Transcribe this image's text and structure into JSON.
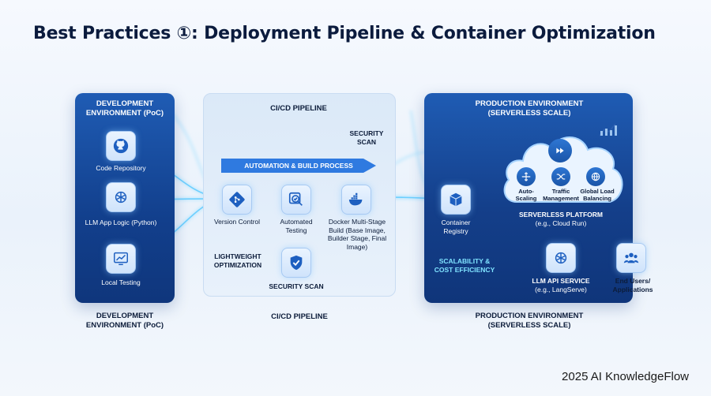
{
  "title": "Best Practices ①: Deployment Pipeline & Container Optimization",
  "dev": {
    "title": "DEVELOPMENT ENVIRONMENT (PoC)",
    "items": [
      {
        "label": "Code Repository",
        "icon": "github-icon"
      },
      {
        "label": "LLM App Logic (Python)",
        "icon": "openai-icon"
      },
      {
        "label": "Local Testing",
        "icon": "chart-monitor-icon"
      }
    ],
    "bottom_label": "DEVELOPMENT ENVIRONMENT (PoC)"
  },
  "cicd": {
    "title": "CI/CD PIPELINE",
    "security_scan_top": "SECURITY SCAN",
    "banner": "AUTOMATION & BUILD PROCESS",
    "steps": [
      {
        "label": "Version Control",
        "icon": "git-icon"
      },
      {
        "label": "Automated Testing",
        "icon": "magnifier-check-icon"
      },
      {
        "label": "Docker Multi-Stage Build (Base Image, Builder Stage, Final Image)",
        "icon": "docker-icon"
      }
    ],
    "lightweight": "LIGHTWEIGHT OPTIMIZATION",
    "security_scan": "SECURITY SCAN",
    "bottom_label": "CI/CD PIPELINE"
  },
  "prod": {
    "title": "PRODUCTION ENVIRONMENT (SERVERLESS SCALE)",
    "registry": "Container Registry",
    "cloud_features": [
      "Auto-Scaling",
      "Traffic Management",
      "Global Load Balancing"
    ],
    "platform": "SERVERLESS PLATFORM",
    "platform_sub": "(e.g., Cloud Run)",
    "scalability": "SCALABILITY & COST EFFICIENCY",
    "llm_service": "LLM API SERVICE",
    "llm_service_sub": "(e.g., LangServe)",
    "end_users": "End Users/ Applications",
    "bottom_label": "PRODUCTION ENVIRONMENT (SERVERLESS SCALE)"
  },
  "footer": "2025 AI KnowledgeFlow",
  "colors": {
    "navy_panel": "#143f8a",
    "light_panel": "#e3eefa",
    "flow_glow": "#7fd6ff",
    "banner": "#2f7ae0"
  }
}
